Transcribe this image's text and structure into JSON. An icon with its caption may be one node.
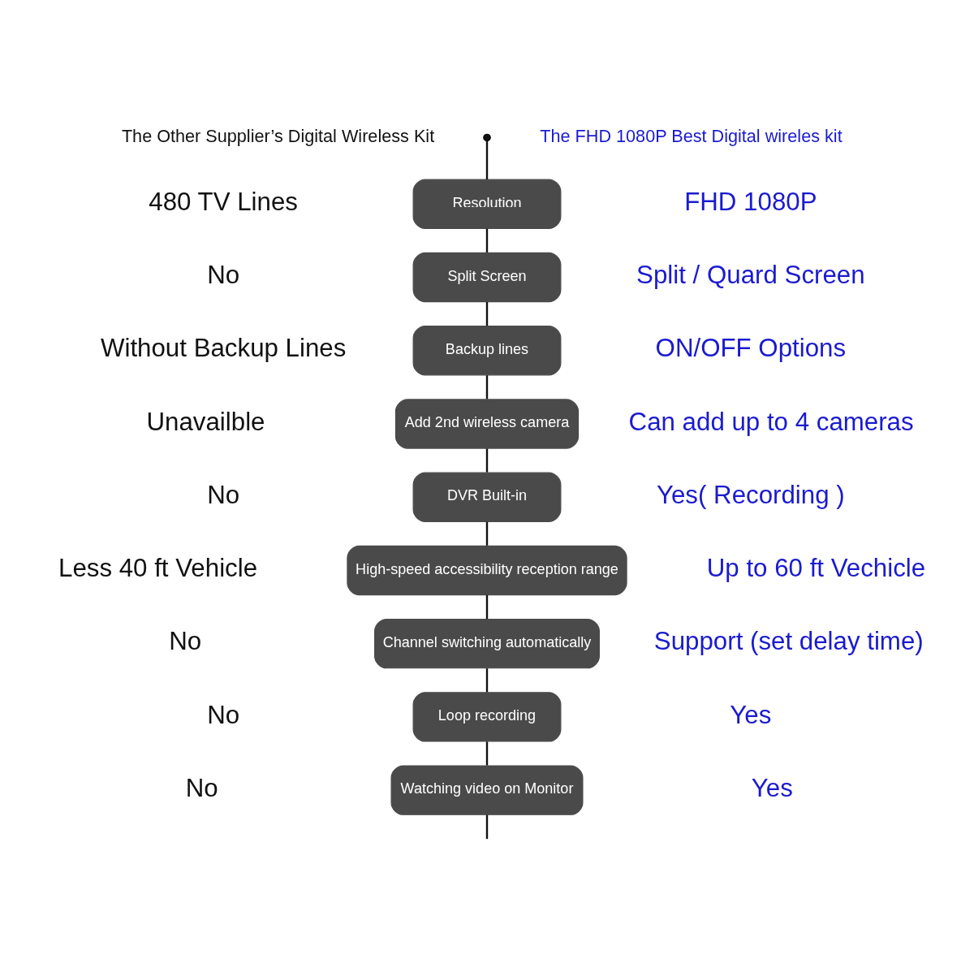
{
  "diagram": {
    "nodes": [
      {
        "text": [],
        "shape": "circle"
      },
      {
        "text": [
          "Resolution"
        ]
      },
      {
        "text": [
          "Split Screen"
        ]
      },
      {
        "text": [
          "Backup lines"
        ]
      },
      {
        "text": [
          "Add 2nd wireless camera"
        ]
      },
      {
        "text": [
          "DVR Built-in"
        ]
      },
      {
        "text": [
          "High-speed accessibility reception range"
        ]
      },
      {
        "text": [
          "Channel switching automatically"
        ]
      },
      {
        "text": [
          "Loop recording"
        ]
      },
      {
        "text": [
          "Watching video on Monitor"
        ]
      }
    ],
    "edges": [
      {
        "from": 0,
        "to": 1,
        "arrow": "none"
      },
      {
        "from": 1,
        "to": 2,
        "arrow": "none"
      },
      {
        "from": 2,
        "to": 3,
        "arrow": "none"
      },
      {
        "from": 3,
        "to": 4,
        "arrow": "none"
      },
      {
        "from": 4,
        "to": 5,
        "arrow": "none"
      },
      {
        "from": 5,
        "to": 6,
        "arrow": "none"
      },
      {
        "from": 6,
        "to": 7,
        "arrow": "none"
      },
      {
        "from": 7,
        "to": 8,
        "arrow": "none"
      },
      {
        "from": 8,
        "to": 9,
        "arrow": "none"
      },
      {
        "from": 9,
        "to": null,
        "arrow": "none"
      }
    ],
    "labels": [
      "The Other Supplier’s Digital Wireless Kit",
      "The FHD 1080P Best Digital wireles kit",
      "480 TV Lines",
      "FHD 1080P",
      "No",
      "Split / Quard Screen",
      "Without Backup Lines",
      "ON/OFF Options",
      "Unavailble",
      "Can add up to 4 cameras",
      "No",
      "Yes( Recording )",
      "Less 40 ft Vehicle",
      "Up to 60 ft Vechicle",
      "No",
      "Support (set delay time)",
      "No",
      "Yes",
      "No",
      "Yes"
    ]
  }
}
